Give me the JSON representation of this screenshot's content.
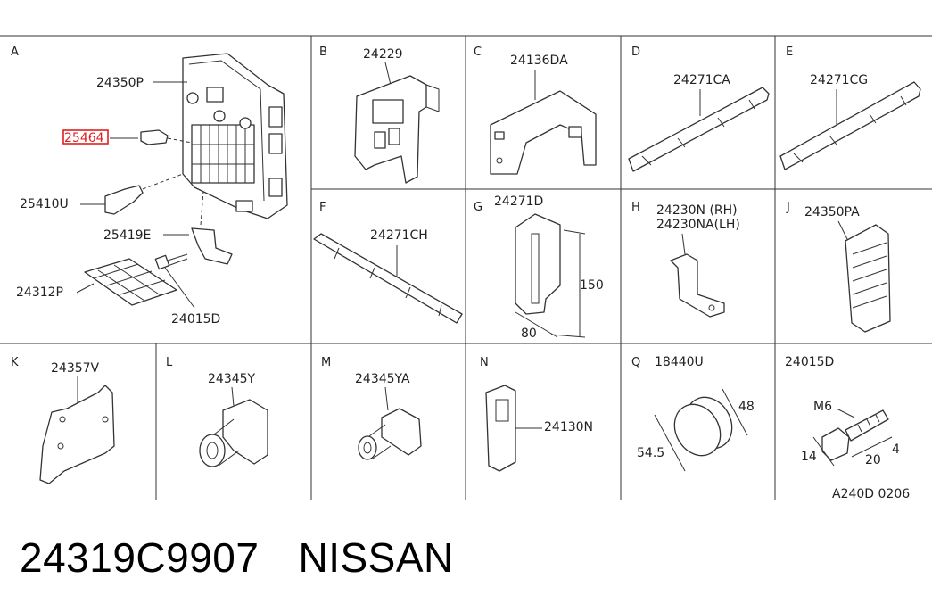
{
  "cells": {
    "A": {
      "letter": "A",
      "parts": [
        "24350P",
        "25464",
        "25410U",
        "25419E",
        "24312P",
        "24015D"
      ]
    },
    "B": {
      "letter": "B",
      "part": "24229"
    },
    "C": {
      "letter": "C",
      "part": "24136DA"
    },
    "D": {
      "letter": "D",
      "part": "24271CA"
    },
    "E": {
      "letter": "E",
      "part": "24271CG"
    },
    "F": {
      "letter": "F",
      "part": "24271CH"
    },
    "G": {
      "letter": "G",
      "part": "24271D",
      "dims": [
        "150",
        "80"
      ]
    },
    "H": {
      "letter": "H",
      "parts": [
        "24230N (RH)",
        "24230NA(LH)"
      ]
    },
    "J": {
      "letter": "J",
      "part": "24350PA"
    },
    "K": {
      "letter": "K",
      "part": "24357V"
    },
    "L": {
      "letter": "L",
      "part": "24345Y"
    },
    "M": {
      "letter": "M",
      "part": "24345YA"
    },
    "N": {
      "letter": "N",
      "part": "24130N"
    },
    "Q": {
      "letter": "Q",
      "part": "18440U",
      "dims": [
        "48",
        "54.5"
      ]
    },
    "R": {
      "part": "24015D",
      "dims": [
        "M6",
        "14",
        "20",
        "4"
      ]
    }
  },
  "diagram_code": "A240D 0206",
  "footer": {
    "part_number": "24319C9907",
    "brand": "NISSAN"
  },
  "colors": {
    "highlight": "#e02020",
    "line": "#333333"
  }
}
